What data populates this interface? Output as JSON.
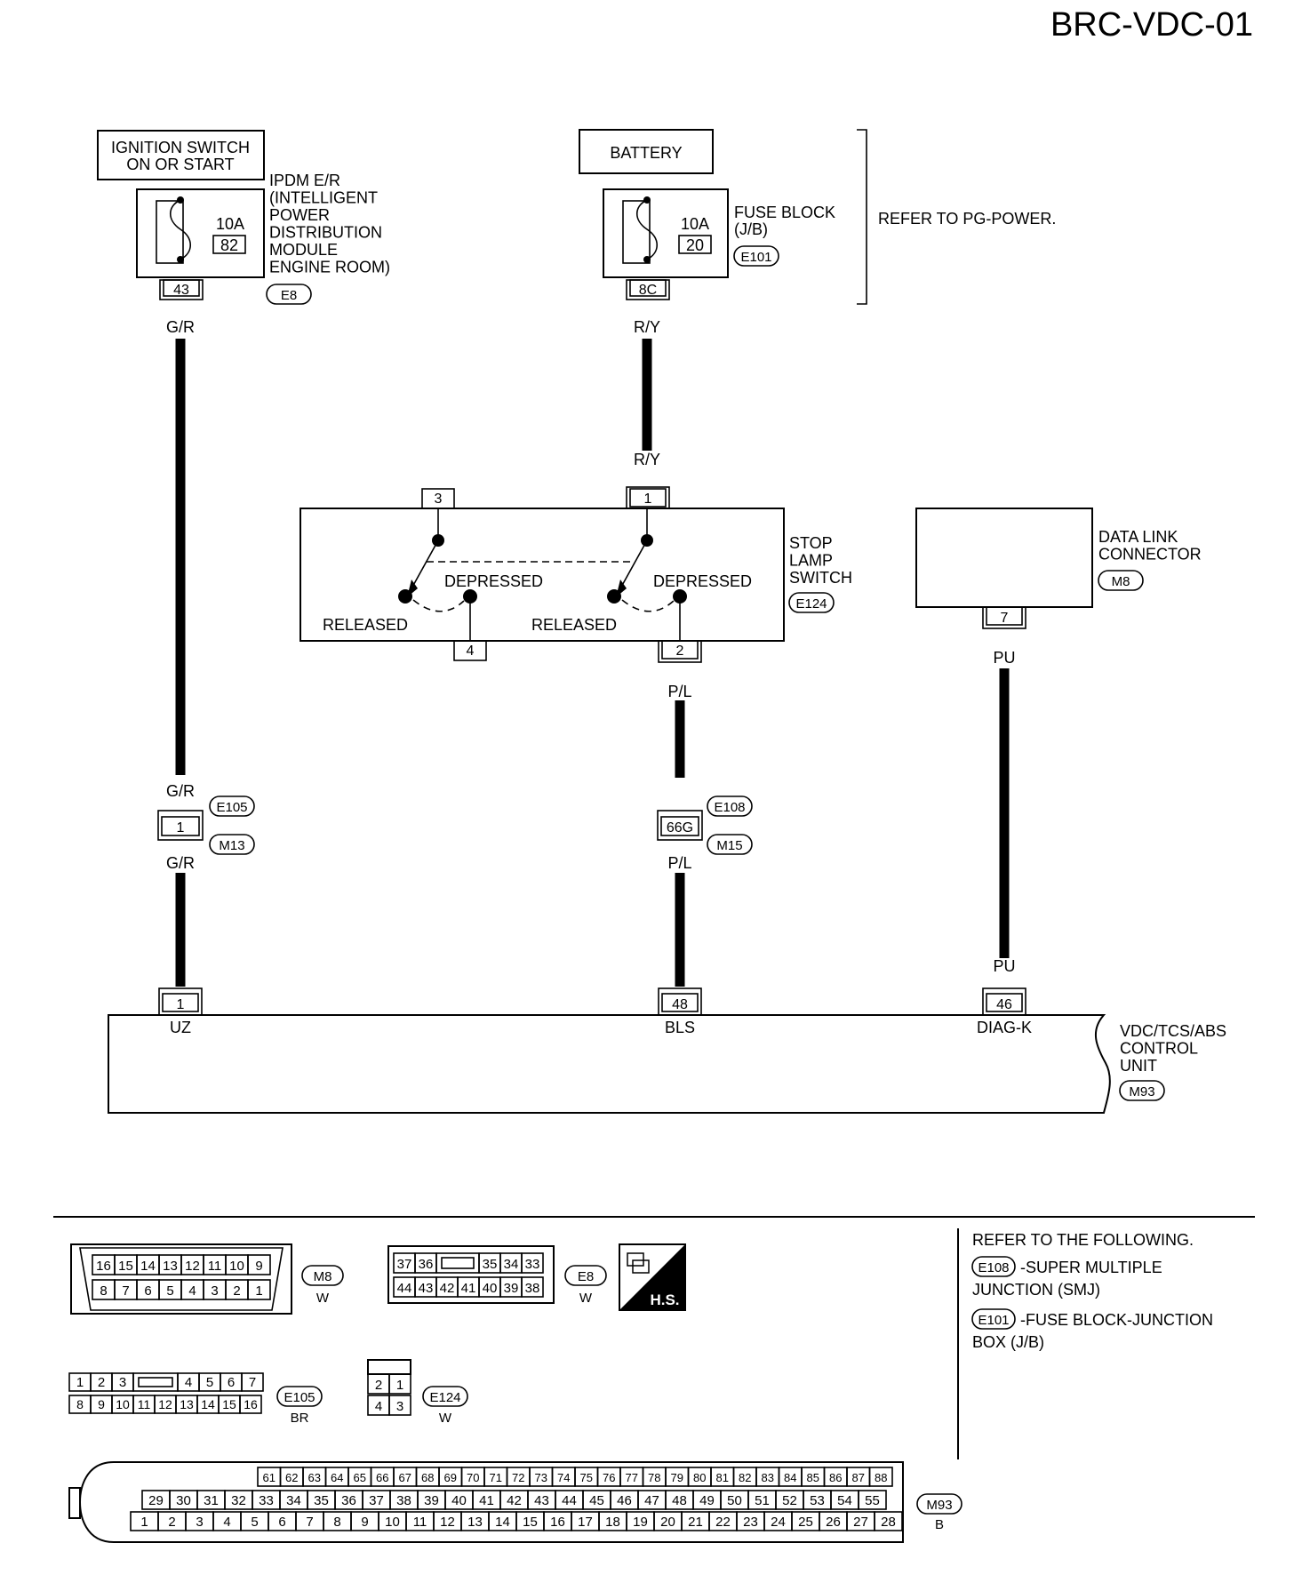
{
  "page_id": "BRC-VDC-01",
  "components": {
    "ignition_switch": "IGNITION SWITCH|ON OR START",
    "ipdm": "IPDM E/R|(INTELLIGENT|POWER|DISTRIBUTION|MODULE|ENGINE ROOM)",
    "ipdm_fuse": {
      "amp": "10A",
      "num": "82"
    },
    "battery": "BATTERY",
    "fuse_block": "FUSE BLOCK|(J/B)",
    "fb_fuse": {
      "amp": "10A",
      "num": "20"
    },
    "refer_pg": "REFER TO PG-POWER.",
    "stop_lamp_switch": "STOP|LAMP|SWITCH",
    "depressed": "DEPRESSED",
    "released": "RELEASED",
    "data_link_connector": "DATA LINK|CONNECTOR",
    "control_unit": "VDC/TCS/ABS|CONTROL|UNIT"
  },
  "connector_ids": {
    "e8": "E8",
    "e101": "E101",
    "e124": "E124",
    "m8": "M8",
    "e105": "E105",
    "m13": "M13",
    "e108": "E108",
    "m15": "M15",
    "m93": "M93"
  },
  "pins": {
    "ipdm_out": "43",
    "fb_out": "8C",
    "sls_3": "3",
    "sls_1": "1",
    "sls_4": "4",
    "sls_2": "2",
    "dlc_7": "7",
    "jc_1": "1",
    "jc_66g": "66G",
    "cu_1": "1",
    "cu_48": "48",
    "cu_46": "46"
  },
  "wires": {
    "gr": "G/R",
    "ry": "R/Y",
    "pl": "P/L",
    "pu": "PU"
  },
  "terminal_names": {
    "uz": "UZ",
    "bls": "BLS",
    "diag": "DIAG-K"
  },
  "legend": {
    "m8": {
      "id": "M8",
      "color": "W",
      "row1": [
        "16",
        "15",
        "14",
        "13",
        "12",
        "11",
        "10",
        "9"
      ],
      "row2": [
        "8",
        "7",
        "6",
        "5",
        "4",
        "3",
        "2",
        "1"
      ]
    },
    "e8": {
      "id": "E8",
      "color": "W",
      "row1": [
        "37",
        "36",
        "35",
        "34",
        "33"
      ],
      "row2": [
        "44",
        "43",
        "42",
        "41",
        "40",
        "39",
        "38"
      ]
    },
    "hs": "H.S.",
    "e105": {
      "id": "E105",
      "color": "BR",
      "row1": [
        "1",
        "2",
        "3",
        "4",
        "5",
        "6",
        "7"
      ],
      "row2": [
        "8",
        "9",
        "10",
        "11",
        "12",
        "13",
        "14",
        "15",
        "16"
      ]
    },
    "e124": {
      "id": "E124",
      "color": "W",
      "row1": [
        "2",
        "1"
      ],
      "row2": [
        "4",
        "3"
      ]
    },
    "m93": {
      "id": "M93",
      "color": "B",
      "row1": [
        "61",
        "62",
        "63",
        "64",
        "65",
        "66",
        "67",
        "68",
        "69",
        "70",
        "71",
        "72",
        "73",
        "74",
        "75",
        "76",
        "77",
        "78",
        "79",
        "80",
        "81",
        "82",
        "83",
        "84",
        "85",
        "86",
        "87",
        "88"
      ],
      "row2": [
        "29",
        "30",
        "31",
        "32",
        "33",
        "34",
        "35",
        "36",
        "37",
        "38",
        "39",
        "40",
        "41",
        "42",
        "43",
        "44",
        "45",
        "46",
        "47",
        "48",
        "49",
        "50",
        "51",
        "52",
        "53",
        "54",
        "55"
      ],
      "row3": [
        "1",
        "2",
        "3",
        "4",
        "5",
        "6",
        "7",
        "8",
        "9",
        "10",
        "11",
        "12",
        "13",
        "14",
        "15",
        "16",
        "17",
        "18",
        "19",
        "20",
        "21",
        "22",
        "23",
        "24",
        "25",
        "26",
        "27",
        "28"
      ]
    },
    "refer_following": "REFER TO THE FOLLOWING.",
    "ref_e108_id": "E108",
    "ref_e108_text": "-SUPER MULTIPLE|JUNCTION (SMJ)",
    "ref_e101_id": "E101",
    "ref_e101_text": "-FUSE BLOCK-JUNCTION|BOX (J/B)"
  }
}
